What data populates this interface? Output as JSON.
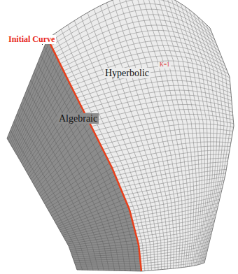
{
  "diagram": {
    "labels": [
      "Initial Curve",
      "Hyperbolic",
      "Algebraic",
      "K=1"
    ]
  }
}
